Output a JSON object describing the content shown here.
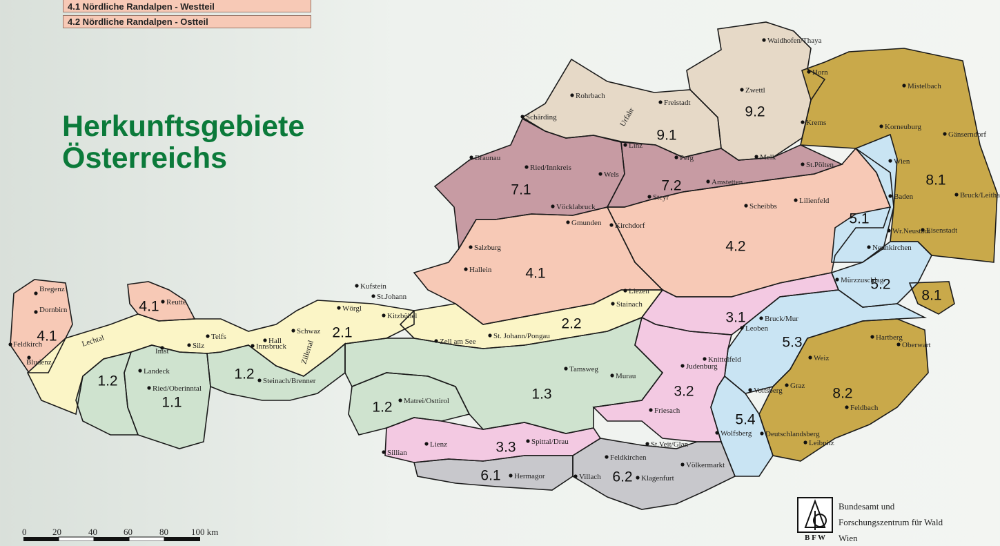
{
  "legend": [
    {
      "label": "4.1  Nördliche Randalpen - Westteil",
      "color": "#f7c9b6"
    },
    {
      "label": "4.2  Nördliche Randalpen - Ostteil",
      "color": "#f7c9b6"
    }
  ],
  "title_line1": "Herkunftsgebiete",
  "title_line2": "Österreichs",
  "colors": {
    "title": "#0b7a3a",
    "4": "#f7c9b6",
    "7": "#c79ba3",
    "9": "#e6d9c7",
    "8": "#c9a94a",
    "5": "#c9e4f3",
    "3": "#f3c9e2",
    "2": "#fbf5c6",
    "1": "#cfe3cf",
    "6": "#c8c8cc"
  },
  "regions": [
    {
      "id": "9.1",
      "label": "9.1"
    },
    {
      "id": "9.2",
      "label": "9.2"
    },
    {
      "id": "7.1",
      "label": "7.1"
    },
    {
      "id": "7.2",
      "label": "7.2"
    },
    {
      "id": "8.1a",
      "label": "8.1"
    },
    {
      "id": "8.1b",
      "label": "8.1"
    },
    {
      "id": "8.2",
      "label": "8.2"
    },
    {
      "id": "4.1a",
      "label": "4.1"
    },
    {
      "id": "4.1b",
      "label": "4.1"
    },
    {
      "id": "4.1c",
      "label": "4.1"
    },
    {
      "id": "4.2",
      "label": "4.2"
    },
    {
      "id": "5.1",
      "label": "5.1"
    },
    {
      "id": "5.2",
      "label": "5.2"
    },
    {
      "id": "5.3",
      "label": "5.3"
    },
    {
      "id": "5.4",
      "label": "5.4"
    },
    {
      "id": "3.1",
      "label": "3.1"
    },
    {
      "id": "3.2",
      "label": "3.2"
    },
    {
      "id": "3.3",
      "label": "3.3"
    },
    {
      "id": "2.1",
      "label": "2.1"
    },
    {
      "id": "2.2",
      "label": "2.2"
    },
    {
      "id": "1.1",
      "label": "1.1"
    },
    {
      "id": "1.2a",
      "label": "1.2"
    },
    {
      "id": "1.2b",
      "label": "1.2"
    },
    {
      "id": "1.2c",
      "label": "1.2"
    },
    {
      "id": "1.3",
      "label": "1.3"
    },
    {
      "id": "6.1",
      "label": "6.1"
    },
    {
      "id": "6.2",
      "label": "6.2"
    }
  ],
  "towns": [
    "Waidhofen/Thaya",
    "Horn",
    "Zwettl",
    "Mistelbach",
    "Rohrbach",
    "Freistadt",
    "Schärding",
    "Krems",
    "Korneuburg",
    "Gänserndorf",
    "Urfahr",
    "Linz",
    "Perg",
    "Melk",
    "St.Pölten",
    "Wien",
    "Braunau",
    "Ried/Innkreis",
    "Wels",
    "Amstetten",
    "Steyr",
    "Lilienfeld",
    "Baden",
    "Bruck/Leitha",
    "Vöcklabruck",
    "Scheibbs",
    "Gmunden",
    "Kirchdorf",
    "Wr.Neustadt",
    "Eisenstadt",
    "Salzburg",
    "Neunkirchen",
    "Hallein",
    "Kufstein",
    "St.Johann",
    "Mürzzuschlag",
    "Liezen",
    "Bregenz",
    "Dornbirn",
    "Reutte",
    "Stainach",
    "Wörgl",
    "Kitzbühel",
    "Schwaz",
    "Telfs",
    "Innsbruck",
    "Hall",
    "Bruck/Mur",
    "Leoben",
    "Feldkirch",
    "Bludenz",
    "Lechtal",
    "Zell am See",
    "St. Johann/Pongau",
    "Hartberg",
    "Oberwart",
    "Imst",
    "Silz",
    "Zillertal",
    "Knittelfeld",
    "Judenburg",
    "Weiz",
    "Landeck",
    "Tamsweg",
    "Murau",
    "Ried/Oberinntal",
    "Steinach/Brenner",
    "Graz",
    "Feldbach",
    "Voitsberg",
    "Matrei/Osttirol",
    "Friesach",
    "Wolfsberg",
    "Deutschlandsberg",
    "Leibnitz",
    "Lienz",
    "St.Veit/Glan",
    "Spittal/Drau",
    "Sillian",
    "Feldkirchen",
    "Völkermarkt",
    "Hermagor",
    "Villach",
    "Klagenfurt"
  ],
  "scale": {
    "ticks": [
      "0",
      "20",
      "40",
      "60",
      "80",
      "100 km"
    ]
  },
  "agency": {
    "line1": "Bundesamt und",
    "line2": "Forschungszentrum für Wald",
    "line3": "Wien",
    "logo_text": "B F W"
  }
}
